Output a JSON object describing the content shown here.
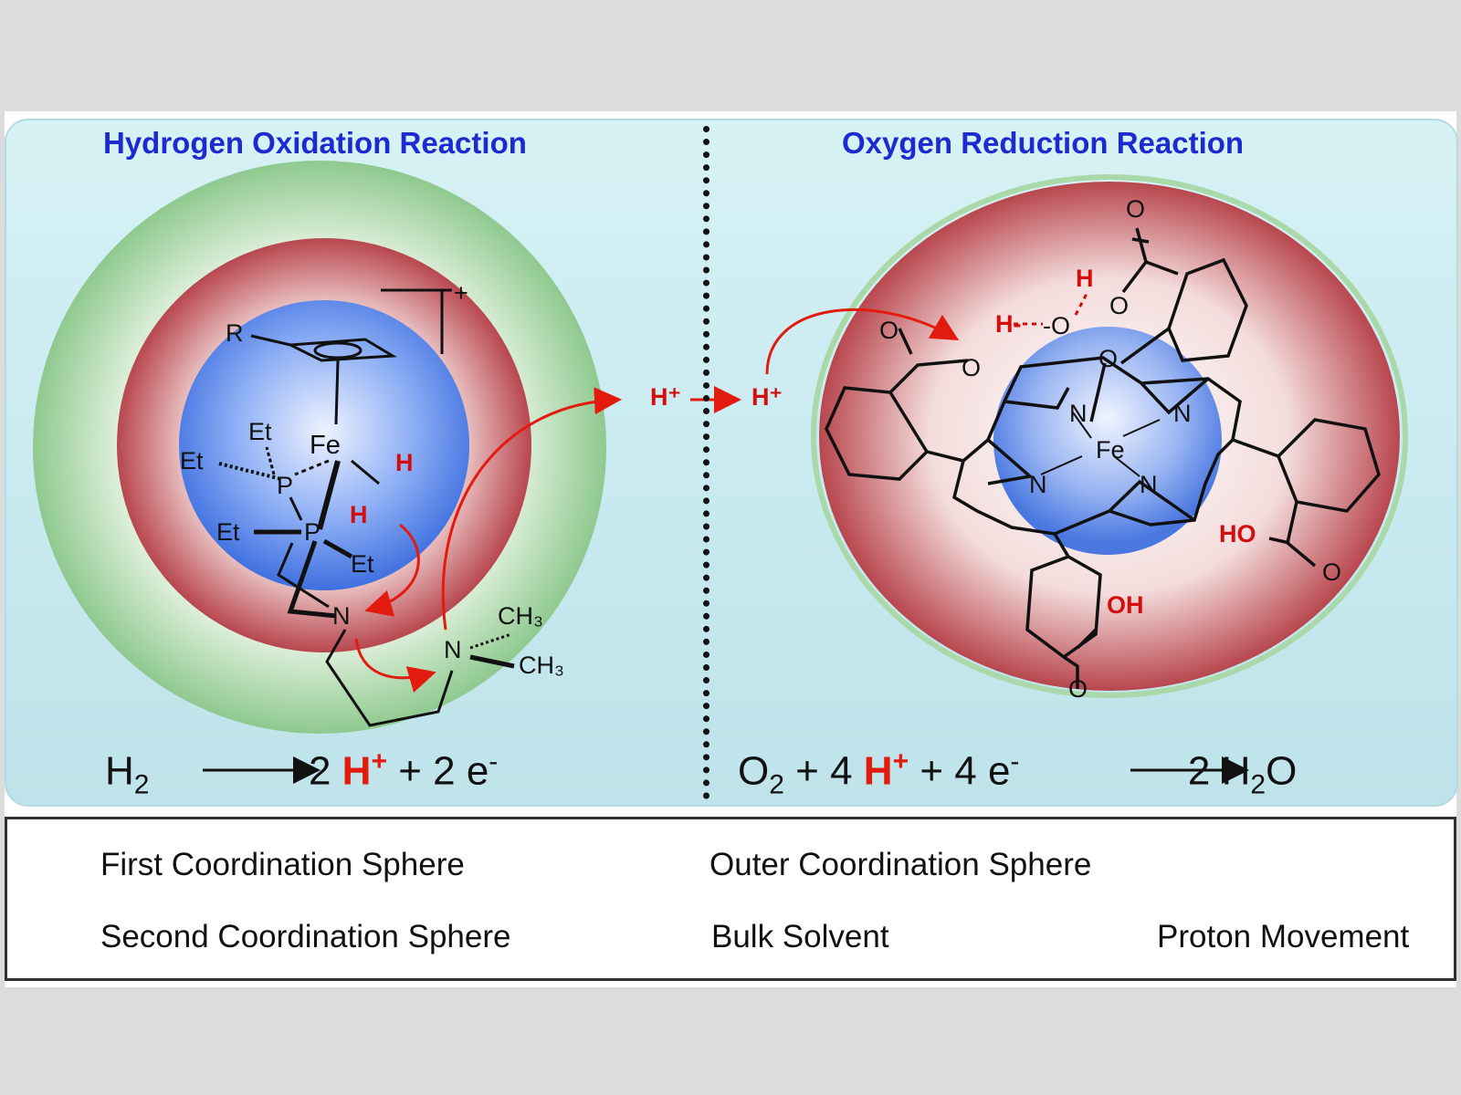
{
  "titles": {
    "left": "Hydrogen Oxidation Reaction",
    "right": "Oxygen Reduction Reaction"
  },
  "equations": {
    "left": {
      "h2": "H",
      "h2_sub": "2",
      "arrow": "⟶",
      "coef": "2",
      "hplus": "H",
      "plus_sup": "+",
      "rest": "+  2 e",
      "e_sup": "-"
    },
    "right": {
      "o2": "O",
      "o2_sub": "2",
      "coef": "+ 4",
      "hplus": "H",
      "plus_sup": "+",
      "rest": "+  4 e",
      "e_sup": "-",
      "arrow": "⟶",
      "product": "2  H",
      "prod_sub": "2",
      "prod_end": "O"
    }
  },
  "transfer": {
    "h_left": "H⁺",
    "h_right": "H⁺"
  },
  "fe_complex": {
    "r": "R",
    "fe": "Fe",
    "p1": "P",
    "p2": "P",
    "et1": "Et",
    "et2": "Et",
    "et3": "Et",
    "et4": "Et",
    "h1": "H",
    "h2": "H",
    "n1": "N",
    "n2": "N",
    "ch3a": "CH₃",
    "ch3b": "CH₃",
    "charge": "+"
  },
  "porphyrin": {
    "fe": "Fe",
    "n1": "N",
    "n2": "N",
    "n3": "N",
    "n4": "N",
    "o_top": "O",
    "h_top": "H",
    "o_top2": "O",
    "h_mid": "H-",
    "o_mid": "-O",
    "o_mid2": "O",
    "o_left": "O",
    "o_left2": "O",
    "ho_right": "HO",
    "o_right": "O",
    "oh_bottom": "OH",
    "o_bottom": "O"
  },
  "legend": {
    "first": "First Coordination Sphere",
    "second": "Second Coordination Sphere",
    "outer": "Outer Coordination Sphere",
    "bulk": "Bulk Solvent",
    "proton": "Proton Movement"
  },
  "colors": {
    "title_blue": "#1b2bd0",
    "proton_red": "#e31a0e",
    "first": "#4a7be8",
    "second": "#c4454c",
    "outer": "#7cc07e",
    "solvent": "#c6e9ef"
  }
}
